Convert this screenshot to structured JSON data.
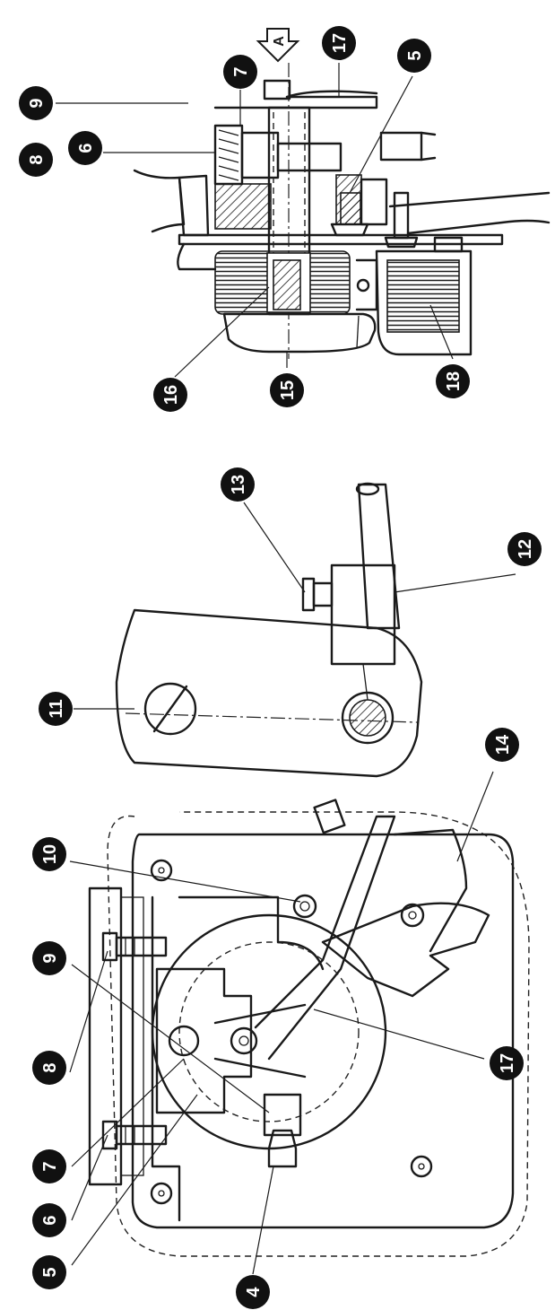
{
  "view_label": "A",
  "callouts": {
    "top": [
      {
        "id": "c8",
        "label": "8"
      },
      {
        "id": "c6",
        "label": "6"
      },
      {
        "id": "c9",
        "label": "9"
      },
      {
        "id": "c7",
        "label": "7"
      },
      {
        "id": "c17",
        "label": "17"
      },
      {
        "id": "c5",
        "label": "5"
      },
      {
        "id": "c16",
        "label": "16"
      },
      {
        "id": "c15",
        "label": "15"
      },
      {
        "id": "c18",
        "label": "18"
      }
    ],
    "bottom": [
      {
        "id": "c13",
        "label": "13"
      },
      {
        "id": "c12",
        "label": "12"
      },
      {
        "id": "c11",
        "label": "11"
      },
      {
        "id": "c14",
        "label": "14"
      },
      {
        "id": "c10",
        "label": "10"
      },
      {
        "id": "c9b",
        "label": "9"
      },
      {
        "id": "c8b",
        "label": "8"
      },
      {
        "id": "c17b",
        "label": "17"
      },
      {
        "id": "c7b",
        "label": "7"
      },
      {
        "id": "c6b",
        "label": "6"
      },
      {
        "id": "c5b",
        "label": "5"
      },
      {
        "id": "c4",
        "label": "4"
      }
    ]
  }
}
